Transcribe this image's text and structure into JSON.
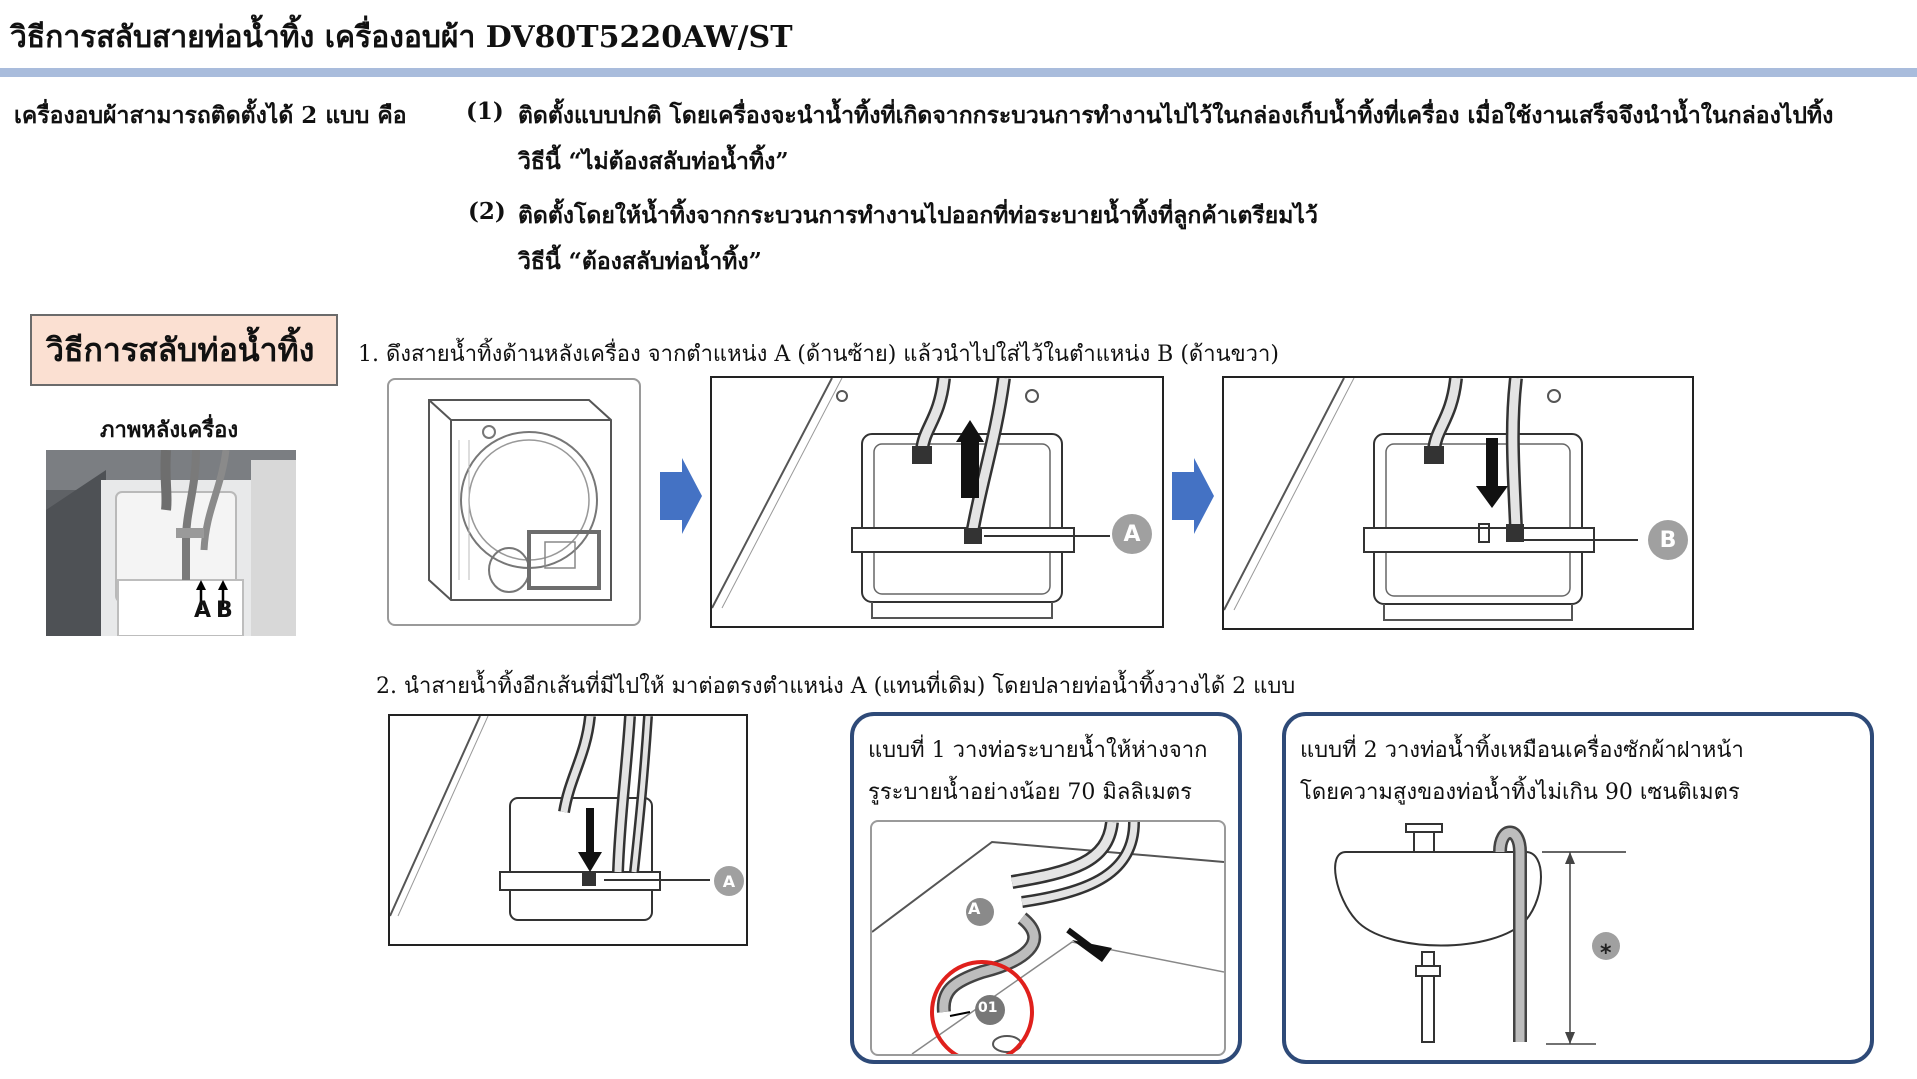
{
  "title": "วิธีการสลับสายท่อน้ำทิ้ง เครื่องอบผ้า DV80T5220AW/ST",
  "intro": {
    "lead": "เครื่องอบผ้าสามารถติดตั้งได้ 2 แบบ คือ",
    "options": [
      {
        "num": "(1)",
        "line1": "ติดตั้งแบบปกติ โดยเครื่องจะนำน้ำทิ้งที่เกิดจากกระบวนการทำงานไปไว้ในกล่องเก็บน้ำทิ้งที่เครื่อง เมื่อใช้งานเสร็จจึงนำน้ำในกล่องไปทิ้ง",
        "line2": "วิธีนี้ “ไม่ต้องสลับท่อน้ำทิ้ง”"
      },
      {
        "num": "(2)",
        "line1": "ติดตั้งโดยให้น้ำทิ้งจากกระบวนการทำงานไปออกที่ท่อระบายน้ำทิ้งที่ลูกค้าเตรียมไว้",
        "line2": "วิธีนี้ “ต้องสลับท่อน้ำทิ้ง”"
      }
    ]
  },
  "section_heading": "วิธีการสลับท่อน้ำทิ้ง",
  "rear_photo": {
    "label": "ภาพหลังเครื่อง",
    "letter_a": "A",
    "letter_b": "B"
  },
  "steps": {
    "step1": "1. ดึงสายน้ำทิ้งด้านหลังเครื่อง จากตำแหน่ง A (ด้านซ้าย) แล้วนำไปใส่ไว้ในตำแหน่ง B (ด้านขวา)",
    "step2": "2. นำสายน้ำทิ้งอีกเส้นที่มีไปให้ มาต่อตรงตำแหน่ง A (แทนที่เดิม) โดยปลายท่อน้ำทิ้งวางได้ 2 แบบ"
  },
  "callouts": {
    "a": "A",
    "b": "B",
    "part_01": "01",
    "height_mark": "*"
  },
  "option_panels": [
    {
      "line1": "แบบที่ 1 วางท่อระบายน้ำให้ห่างจาก",
      "line2": "รูระบายน้ำอย่างน้อย 70 มิลลิเมตร"
    },
    {
      "line1": "แบบที่ 2 วางท่อน้ำทิ้งเหมือนเครื่องซักผ้าฝาหน้า",
      "line2": "โดยความสูงของท่อน้ำทิ้งไม่เกิน 90 เซนติเมตร"
    }
  ],
  "colors": {
    "title_bar": "#a9bcdc",
    "section_fill": "#fbe0d2",
    "panel_border": "#2e4a78",
    "flow_arrow": "#4472c4",
    "highlight_circle": "#e0201c"
  }
}
